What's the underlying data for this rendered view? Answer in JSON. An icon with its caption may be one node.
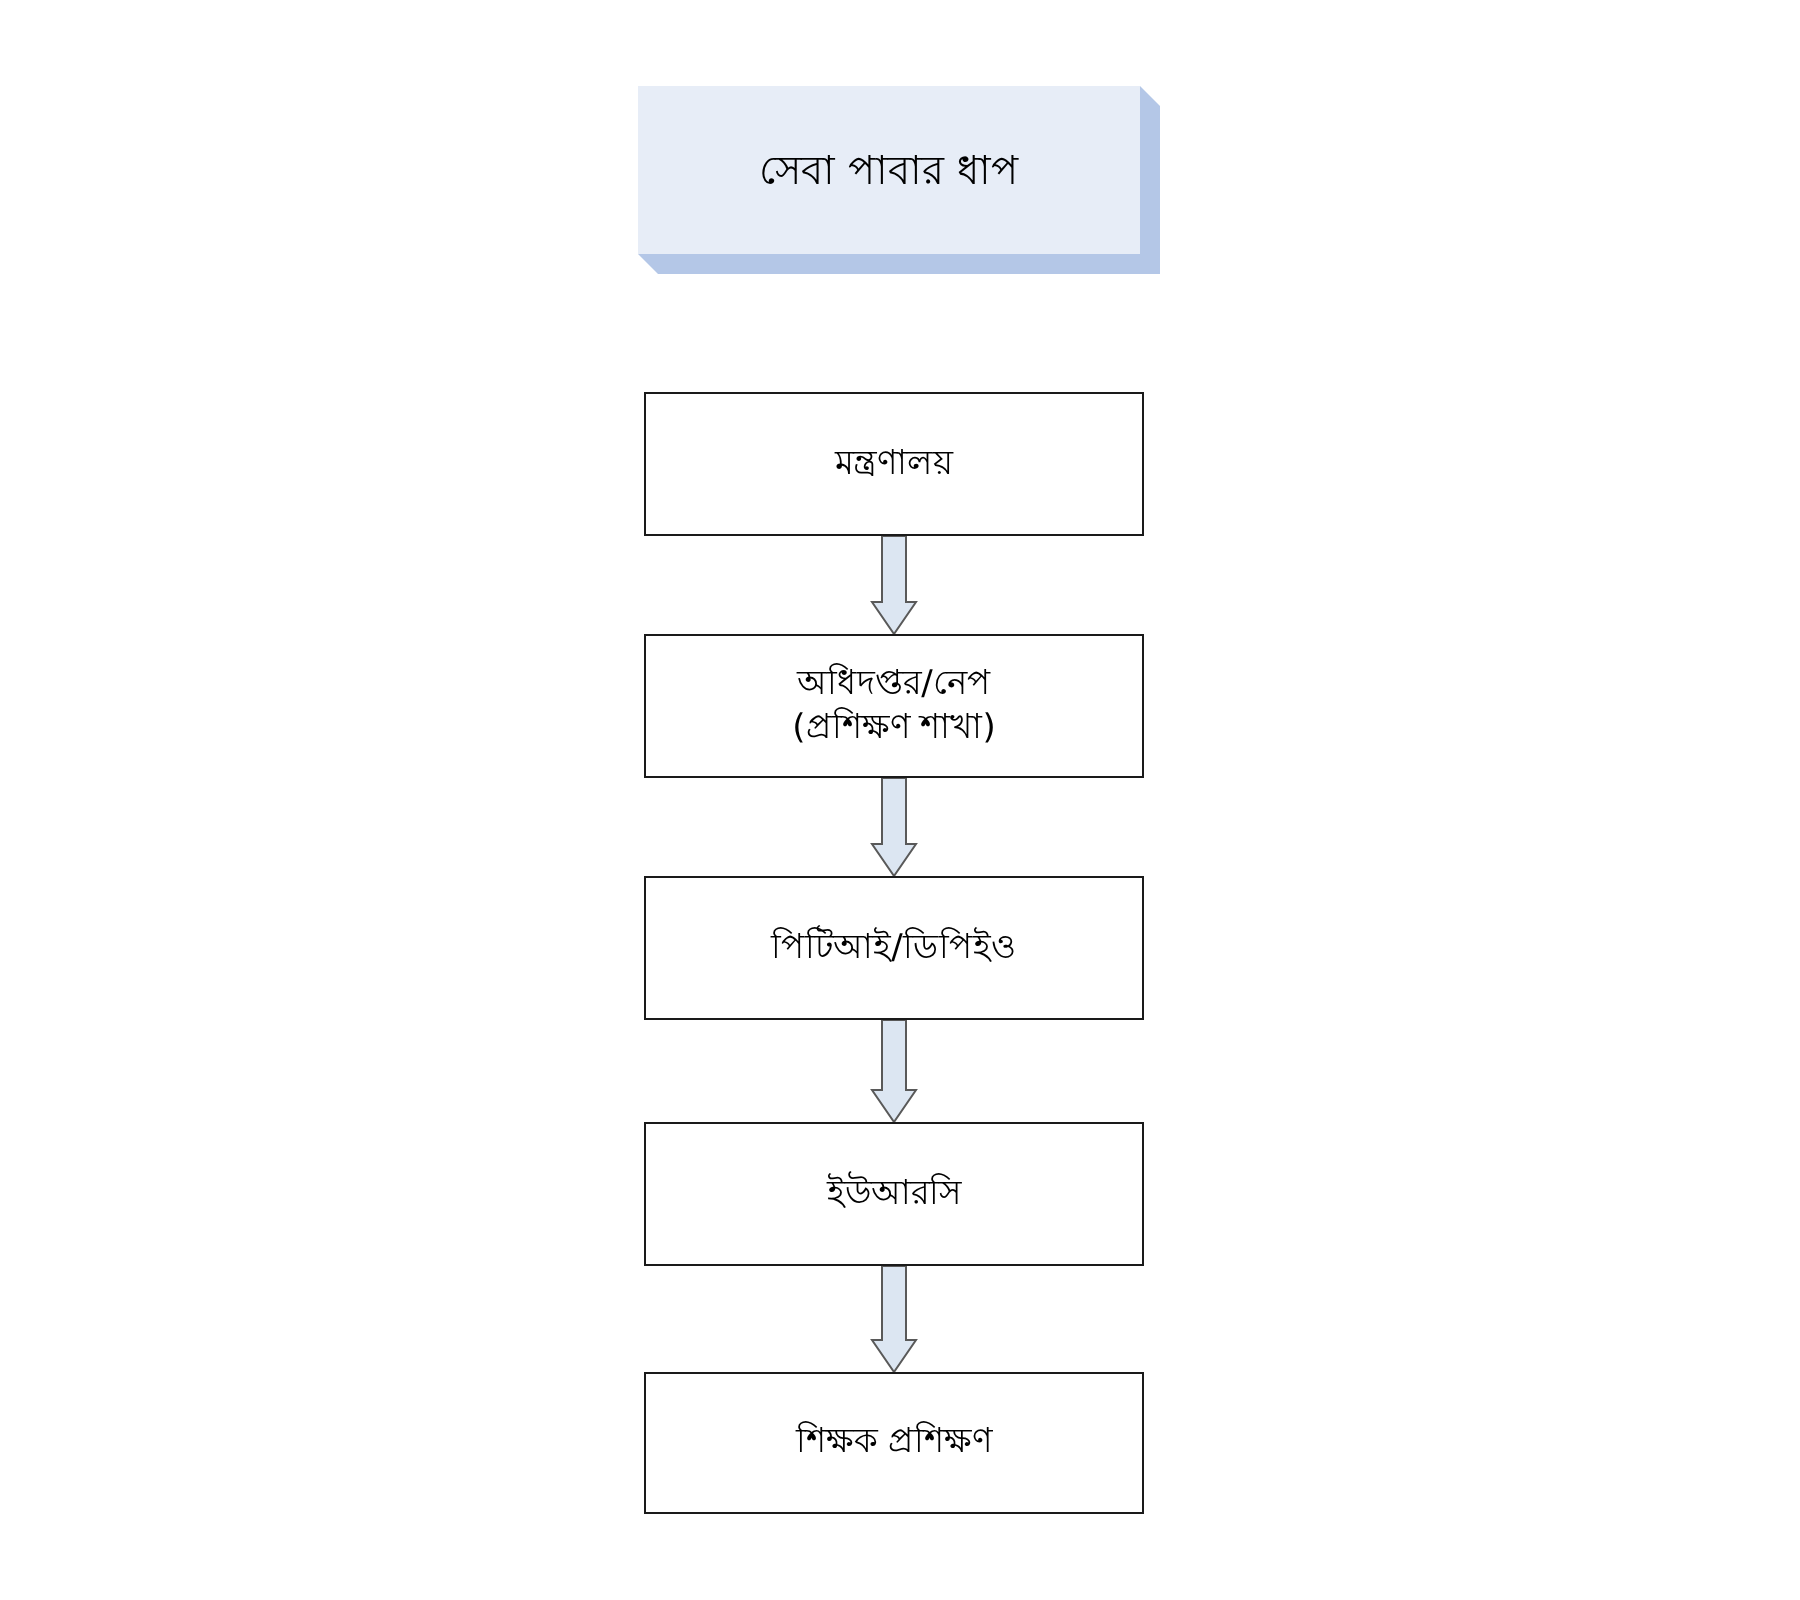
{
  "diagram": {
    "nodes": [
      {
        "text": [
          "সেবা পাবার ধাপ"
        ]
      },
      {
        "text": [
          "মন্ত্রণালয়"
        ]
      },
      {
        "text": [
          "অধিদপ্তর/নেপ (প্রশিক্ষণ শাখা)"
        ]
      },
      {
        "text": [
          "পিটিআই/ডিপিইও"
        ]
      },
      {
        "text": [
          "ইউআরসি"
        ]
      },
      {
        "text": [
          "শিক্ষক প্রশিক্ষণ"
        ]
      }
    ],
    "edges": [
      {
        "from": 1,
        "to": 2,
        "arrow": "to"
      },
      {
        "from": 2,
        "to": 3,
        "arrow": "to"
      },
      {
        "from": 3,
        "to": 4,
        "arrow": "to"
      },
      {
        "from": 4,
        "to": 5,
        "arrow": "to"
      }
    ]
  }
}
